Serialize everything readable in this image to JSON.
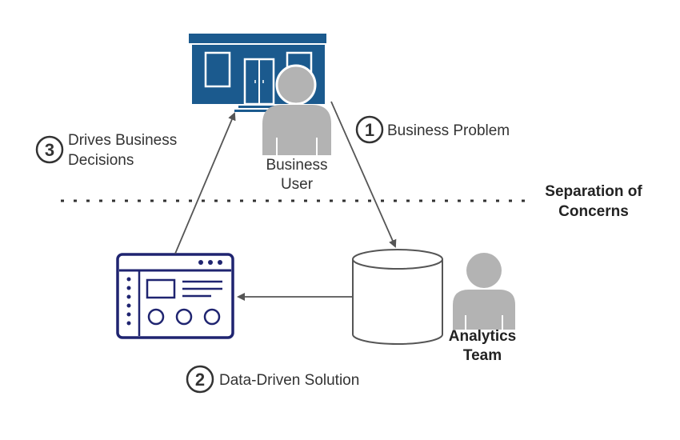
{
  "colors": {
    "store_blue": "#1b5a8e",
    "dashboard_navy": "#1f2470",
    "person_gray": "#b3b3b3",
    "line_gray": "#555555",
    "text_dark": "#333333"
  },
  "steps": [
    {
      "number": "1",
      "label": "Business Problem"
    },
    {
      "number": "2",
      "label": "Data-Driven Solution"
    },
    {
      "number": "3",
      "label_line1": "Drives Business",
      "label_line2": "Decisions"
    }
  ],
  "actors": {
    "business_user": {
      "line1": "Business",
      "line2": "User",
      "icon": "person-icon"
    },
    "analytics_team": {
      "line1": "Analytics",
      "line2": "Team",
      "icon": "person-icon"
    }
  },
  "separator": {
    "line1": "Separation of",
    "line2": "Concerns"
  },
  "icons": {
    "store": "storefront-icon",
    "database": "database-cylinder-icon",
    "dashboard": "dashboard-window-icon"
  }
}
